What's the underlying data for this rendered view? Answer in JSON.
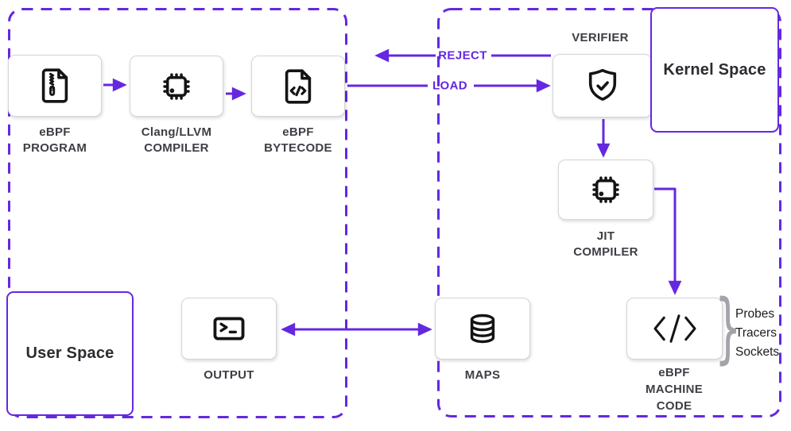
{
  "colors": {
    "accent": "#6428e0",
    "box_border": "#d5d5da",
    "label": "#3e3e45",
    "title": "#2b2b31",
    "annotation": "#1c1c21",
    "brace": "#a3a3aa",
    "icon": "#141414"
  },
  "regions": {
    "user_space": {
      "label": "User Space"
    },
    "kernel_space": {
      "label": "Kernel Space"
    }
  },
  "nodes": {
    "program": {
      "label": [
        "eBPF",
        "PROGRAM"
      ],
      "icon": "zip-file-icon"
    },
    "clang": {
      "label": [
        "Clang/LLVM",
        "COMPILER"
      ],
      "icon": "chip-icon"
    },
    "bytecode": {
      "label": [
        "eBPF",
        "BYTECODE"
      ],
      "icon": "file-code-icon"
    },
    "verifier": {
      "label": [
        "VERIFIER"
      ],
      "icon": "shield-check-icon"
    },
    "jit": {
      "label": [
        "JIT",
        "COMPILER"
      ],
      "icon": "chip-icon"
    },
    "output": {
      "label": [
        "OUTPUT"
      ],
      "icon": "terminal-icon"
    },
    "maps": {
      "label": [
        "MAPS"
      ],
      "icon": "database-icon"
    },
    "machine_code": {
      "label": [
        "eBPF",
        "MACHINE",
        "CODE"
      ],
      "icon": "code-icon"
    }
  },
  "edges": {
    "load_label": "LOAD",
    "reject_label": "REJECT"
  },
  "annotation": {
    "brace": "}",
    "lines": [
      "Probes",
      "Tracers",
      "Sockets"
    ]
  }
}
